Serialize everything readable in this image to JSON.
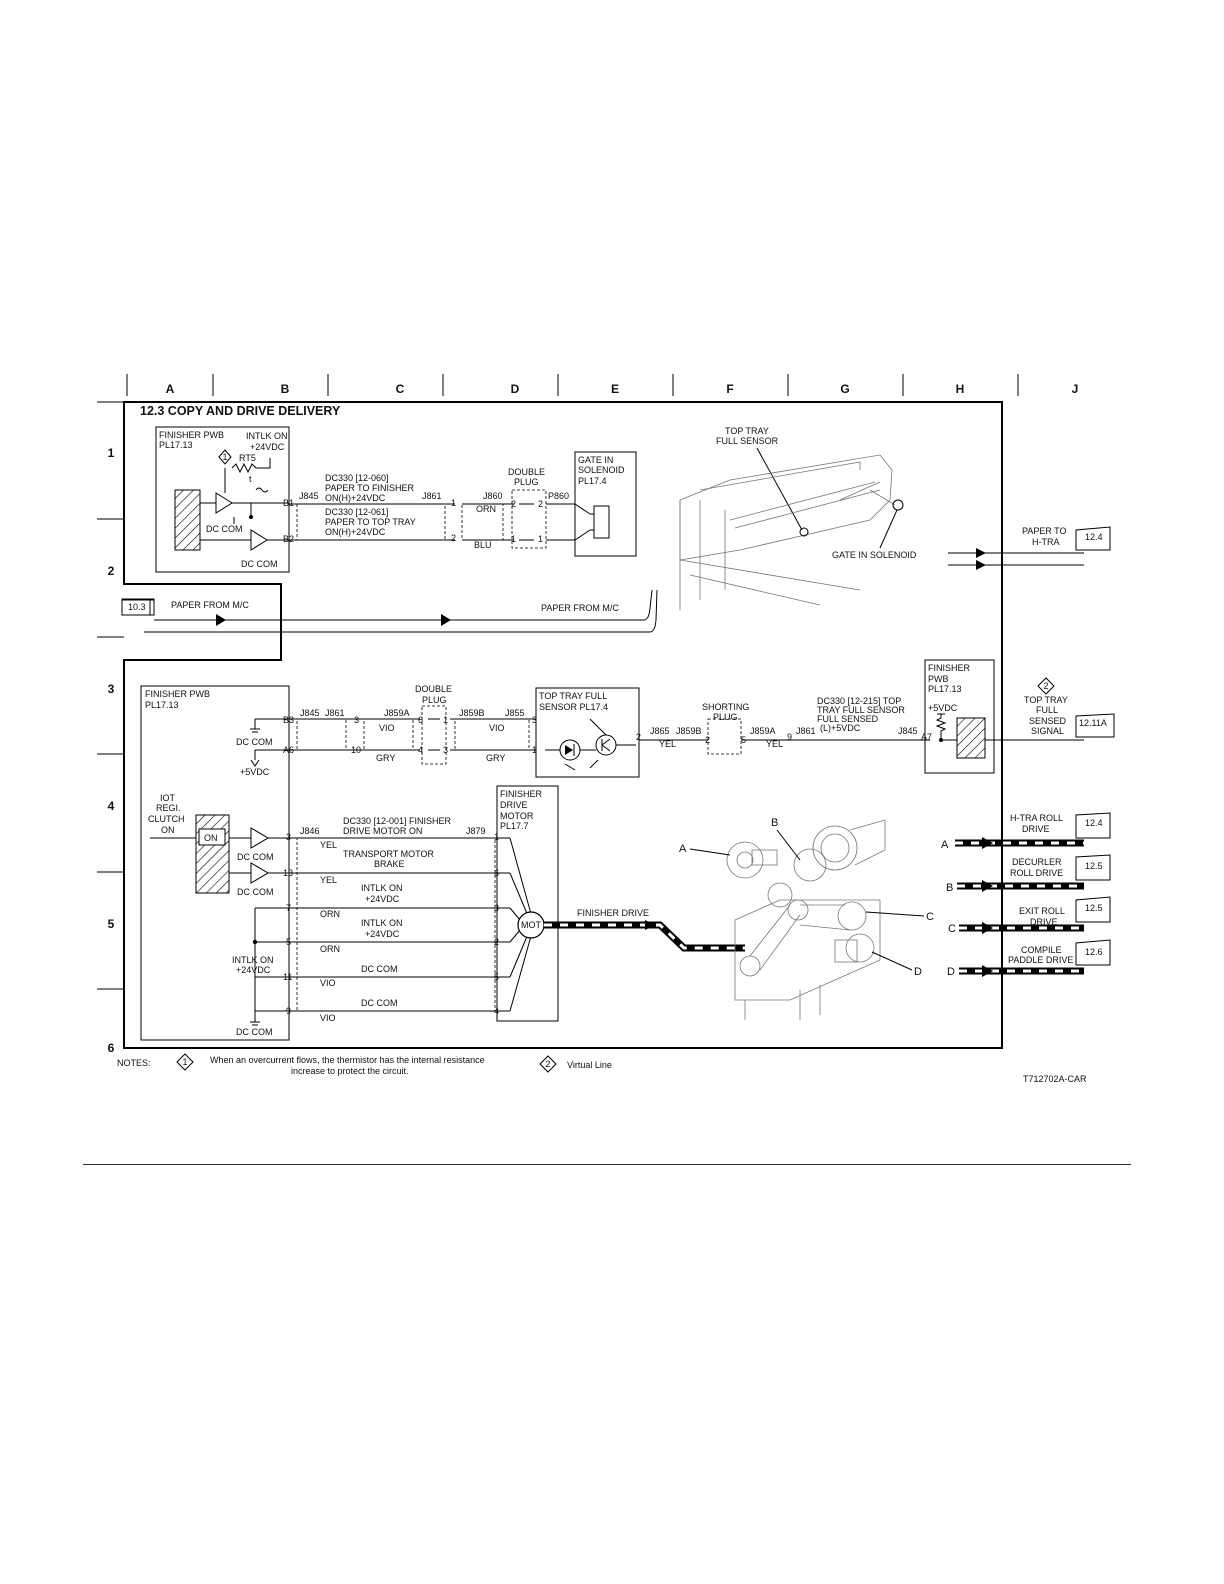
{
  "diagram": {
    "title": "12.3 COPY AND DRIVE DELIVERY",
    "columns": [
      "A",
      "B",
      "C",
      "D",
      "E",
      "F",
      "G",
      "H",
      "J"
    ],
    "rows": [
      "1",
      "2",
      "3",
      "4",
      "5",
      "6"
    ],
    "figure_id": "T712702A-CAR"
  },
  "upper_finisher_pwb": {
    "label": "FINISHER PWB",
    "pl": "PL17.13",
    "intlk": "INTLK ON",
    "intlk_v": "+24VDC",
    "rt5": "RT5",
    "t": "t",
    "note_num": "1",
    "dc_com_1": "DC COM",
    "dc_com_2": "DC COM",
    "b1": "B1",
    "b2": "B2",
    "j845": "J845"
  },
  "signals_top": {
    "sig1_line1": "DC330  [12-060]",
    "sig1_line2": "PAPER TO FINISHER",
    "sig1_line3": "ON(H)+24VDC",
    "sig2_line1": "DC330 [12-061]",
    "sig2_line2": "PAPER TO TOP TRAY",
    "sig2_line3": "ON(H)+24VDC",
    "j861": "J861",
    "j860": "J860",
    "p860": "P860",
    "pin1": "1",
    "pin2": "2",
    "orn": "ORN",
    "blu": "BLU",
    "double_plug_1": "DOUBLE",
    "double_plug_2": "PLUG",
    "dp_2a": "2",
    "dp_2b": "2",
    "dp_1a": "1",
    "dp_1b": "1"
  },
  "gate_solenoid": {
    "line1": "GATE IN",
    "line2": "SOLENOID",
    "line3": "PL17.4"
  },
  "illustration_top": {
    "sensor_1": "TOP TRAY",
    "sensor_2": "FULL SENSOR",
    "gate": "GATE IN SOLENOID"
  },
  "paper_path": {
    "from_ref": "10.3",
    "from_label": "PAPER FROM M/C",
    "from_label_2": "PAPER FROM M/C",
    "to_label_1": "PAPER TO",
    "to_label_2": "H-TRA",
    "to_ref": "12.4"
  },
  "lower_finisher_pwb": {
    "label": "FINISHER PWB",
    "pl": "PL17.13",
    "b3": "B3",
    "a6": "A6",
    "dc_com": "DC COM",
    "v5": "+5VDC",
    "iot_1": "IOT",
    "iot_2": "REGI.",
    "iot_3": "CLUTCH",
    "iot_4": "ON",
    "on_box": "ON",
    "dc_com_a": "DC COM",
    "dc_com_b": "DC COM",
    "intlk_1": "INTLK ON",
    "intlk_2": "+24VDC",
    "dc_com_c": "DC COM"
  },
  "sensor_chain": {
    "j845": "J845",
    "j861": "J861",
    "j859a": "J859A",
    "j859b": "J859B",
    "j855": "J855",
    "pin3": "3",
    "pin10": "10",
    "pin6": "6",
    "pin1": "1",
    "pin4": "4",
    "pin3b": "3",
    "pin3c": "3",
    "pin1c": "1",
    "pin2c": "2",
    "vio_1": "VIO",
    "vio_2": "VIO",
    "gry_1": "GRY",
    "gry_2": "GRY",
    "double_1": "DOUBLE",
    "double_2": "PLUG",
    "sensor_box_1": "TOP TRAY FULL",
    "sensor_box_2": "SENSOR PL17.4",
    "j865": "J865",
    "j859b_2": "J859B",
    "yel_1": "YEL",
    "shorting_1": "SHORTING",
    "shorting_2": "PLUG",
    "sp_2": "2",
    "sp_5": "5",
    "j859a_2": "J859A",
    "yel_2": "YEL",
    "pin9": "9",
    "j861_2": "J861",
    "dc330_1": "DC330 [12-215] TOP",
    "dc330_2": "TRAY FULL SENSOR",
    "dc330_3": "FULL SENSED",
    "dc330_4": "(L)+5VDC",
    "j845_2": "J845",
    "a7": "A7"
  },
  "right_pwb": {
    "line1": "FINISHER",
    "line2": "PWB",
    "line3": "PL17.13",
    "v5": "+5VDC"
  },
  "virtual_signal": {
    "num": "2",
    "line1": "TOP TRAY",
    "line2": "FULL",
    "line3": "SENSED",
    "line4": "SIGNAL",
    "ref": "12.11A"
  },
  "motor_chain": {
    "j846": "J846",
    "sig_1": "DC330 [12-001] FINISHER",
    "sig_2": "DRIVE MOTOR ON",
    "j879": "J879",
    "p3": "3",
    "p13": "13",
    "p7": "7",
    "p5": "5",
    "p11": "11",
    "p9": "9",
    "yel_a": "YEL",
    "yel_b": "YEL",
    "orn_a": "ORN",
    "orn_b": "ORN",
    "vio_a": "VIO",
    "vio_b": "VIO",
    "brake_1": "TRANSPORT MOTOR",
    "brake_2": "BRAKE",
    "intlk_a1": "INTLK ON",
    "intlk_a2": "+24VDC",
    "intlk_b1": "INTLK ON",
    "intlk_b2": "+24VDC",
    "dccom_a": "DC COM",
    "dccom_b": "DC COM",
    "m1": "1",
    "m6": "6",
    "m3": "3",
    "m2": "2",
    "m5": "5",
    "m4": "4"
  },
  "motor": {
    "line1": "FINISHER",
    "line2": "DRIVE",
    "line3": "MOTOR",
    "line4": "PL17.7",
    "mot": "MOT",
    "drive_label": "FINISHER DRIVE"
  },
  "gears": {
    "a": "A",
    "b": "B",
    "c": "C",
    "d": "D"
  },
  "drive_outputs": [
    {
      "letter": "A",
      "line1": "H-TRA ROLL",
      "line2": "DRIVE",
      "ref": "12.4"
    },
    {
      "letter": "B",
      "line1": "DECURLER",
      "line2": "ROLL DRIVE",
      "ref": "12.5"
    },
    {
      "letter": "C",
      "line1": "EXIT ROLL",
      "line2": "DRIVE",
      "ref": "12.5"
    },
    {
      "letter": "D",
      "line1": "COMPILE",
      "line2": "PADDLE DRIVE",
      "ref": "12.6"
    }
  ],
  "notes": {
    "label": "NOTES:",
    "n1_num": "1",
    "n1_line1": "When an overcurrent flows, the thermistor has the internal resistance",
    "n1_line2": "increase to protect the circuit.",
    "n2_num": "2",
    "n2_text": "Virtual Line"
  }
}
